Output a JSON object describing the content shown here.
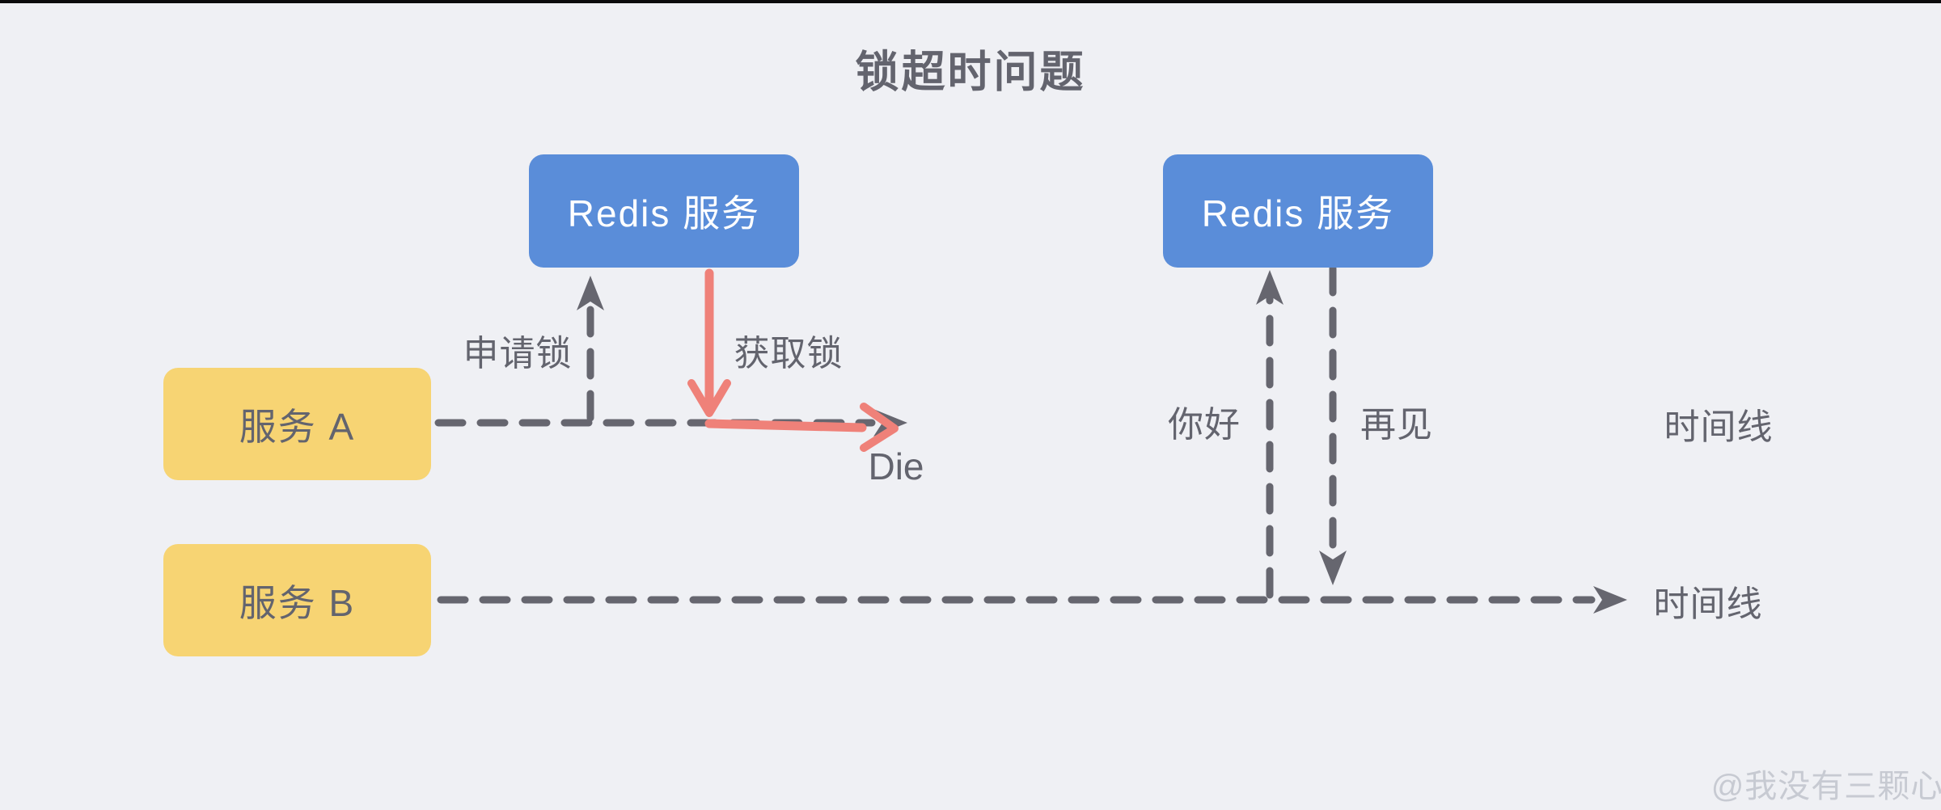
{
  "title": "锁超时问题",
  "nodes": {
    "redis_left": {
      "label": "Redis 服务"
    },
    "redis_right": {
      "label": "Redis 服务"
    },
    "service_a": {
      "label": "服务 A"
    },
    "service_b": {
      "label": "服务 B"
    }
  },
  "labels": {
    "apply_lock": "申请锁",
    "acquire_lock": "获取锁",
    "die": "Die",
    "hello": "你好",
    "goodbye": "再见",
    "timeline_a": "时间线",
    "timeline_b": "时间线"
  },
  "watermark": "@我没有三颗心脏",
  "colors": {
    "background": "#EFF0F4",
    "redis_node": "#5A8DD9",
    "service_node": "#F7D473",
    "line_gray": "#66666F",
    "accent_red": "#EF8179",
    "watermark": "#C7CAD2",
    "top_bar": "#0B0B0C"
  }
}
